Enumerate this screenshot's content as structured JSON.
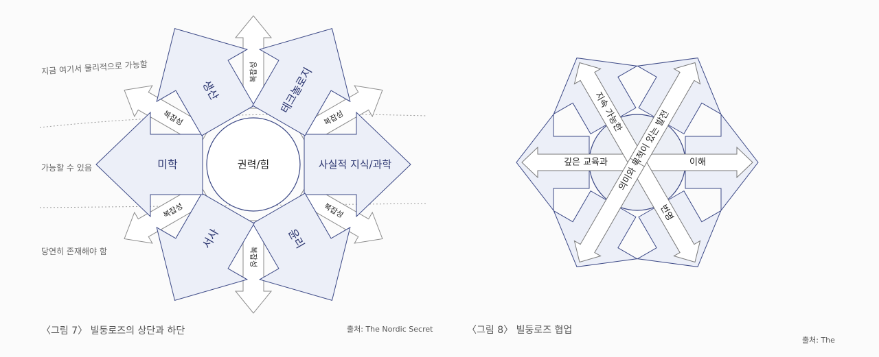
{
  "figure7": {
    "center_label": "권력/힘",
    "big_arrows": [
      {
        "label": "사실적 지식/과학",
        "angle": 0
      },
      {
        "label": "윤리",
        "angle": 60
      },
      {
        "label": "서사",
        "angle": 120
      },
      {
        "label": "미학",
        "angle": 180
      },
      {
        "label": "생산",
        "angle": 240
      },
      {
        "label": "테크놀로지",
        "angle": 300
      }
    ],
    "small_arrows": [
      {
        "label": "복잡성",
        "angle": 30
      },
      {
        "label": "복잡성",
        "angle": 90
      },
      {
        "label": "복잡성",
        "angle": 150
      },
      {
        "label": "복잡성",
        "angle": 210
      },
      {
        "label": "복잡성",
        "angle": 270
      },
      {
        "label": "복잡성",
        "angle": 330
      }
    ],
    "levels": [
      "지금 여기서 물리적으로 가능함",
      "가능할 수 있음",
      "당연히 존재해야 함"
    ],
    "caption": "〈그림 7〉 빌둥로즈의 상단과 하단",
    "source": "출처: The Nordic Secret"
  },
  "figure8": {
    "big_arrow_angles": [
      0,
      60,
      120,
      180,
      240,
      300
    ],
    "bands": [
      {
        "label": "깊은 교육과",
        "angle": 180
      },
      {
        "label": "이해",
        "angle": 0
      },
      {
        "label": "지속 가능한",
        "angle": 240
      },
      {
        "label": "번영",
        "angle": 60
      },
      {
        "label": "의미와 목적이 있는 발전",
        "angle": 300
      },
      {
        "label": "",
        "angle": 120
      }
    ],
    "caption": "〈그림 8〉 빌둥로즈 협업",
    "source": "출처: The"
  },
  "colors": {
    "big_fill": "#eceff8",
    "big_stroke": "#3a4785",
    "small_stroke": "#8a8a8a",
    "label": "#2c3670"
  }
}
